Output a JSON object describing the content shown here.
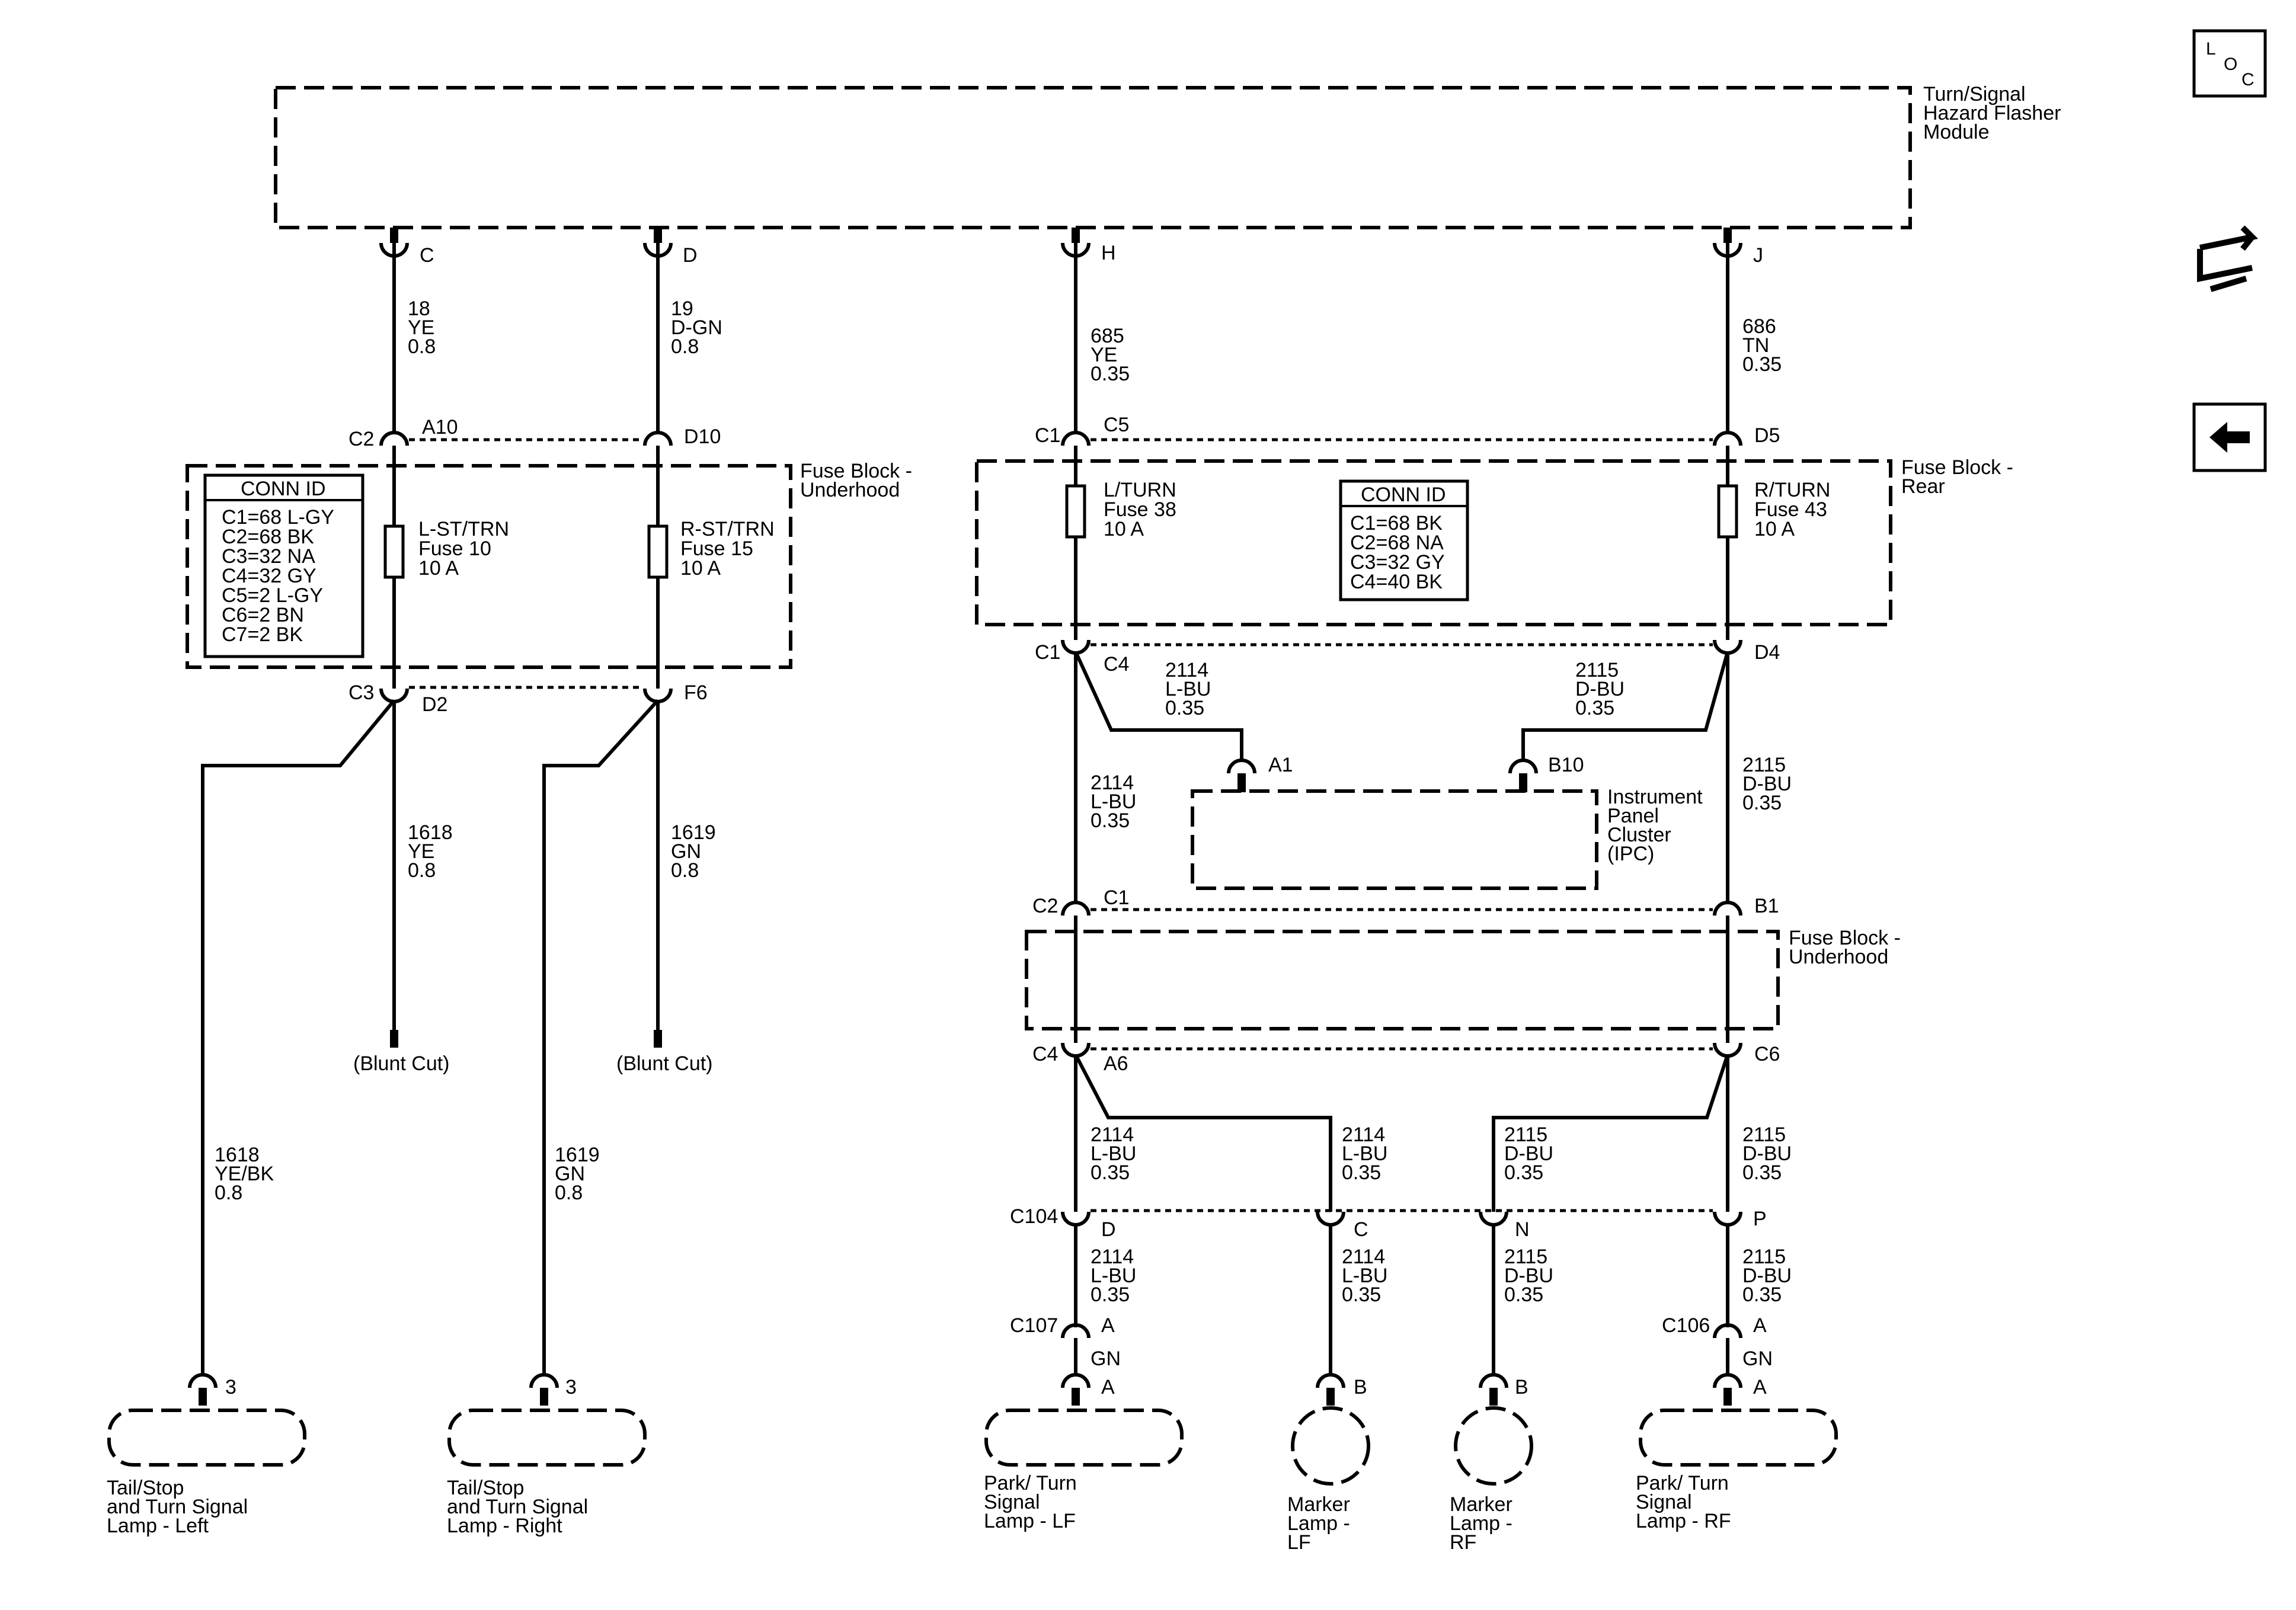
{
  "module": {
    "name": [
      "Turn/Signal",
      "Hazard Flasher",
      "Module"
    ],
    "pins": [
      "C",
      "D",
      "H",
      "J"
    ]
  },
  "nav": {
    "loc_icon": "loc-icon",
    "loc_letters": [
      "L",
      "O",
      "C"
    ],
    "connector_icon": "connector-icon",
    "back_icon": "back-arrow-icon"
  },
  "wires": {
    "w18": [
      "18",
      "YE",
      "0.8"
    ],
    "w19": [
      "19",
      "D-GN",
      "0.8"
    ],
    "w685": [
      "685",
      "YE",
      "0.35"
    ],
    "w686": [
      "686",
      "TN",
      "0.35"
    ],
    "w1618": [
      "1618",
      "YE",
      "0.8"
    ],
    "w1619": [
      "1619",
      "GN",
      "0.8"
    ],
    "w1618bk": [
      "1618",
      "YE/BK",
      "0.8"
    ],
    "w1619gn": [
      "1619",
      "GN",
      "0.8"
    ],
    "w2114": [
      "2114",
      "L-BU",
      "0.35"
    ],
    "w2115": [
      "2115",
      "D-BU",
      "0.35"
    ],
    "gn": "GN"
  },
  "fuse_block_underhood": {
    "title": [
      "Fuse Block -",
      "Underhood"
    ],
    "conn_id_title": "CONN ID",
    "conn_ids": [
      "C1=68 L-GY",
      "C2=68 BK",
      "C3=32 NA",
      "C4=32 GY",
      "C5=2 L-GY",
      "C6=2 BN",
      "C7=2 BK"
    ],
    "fuses": [
      [
        "L-ST/TRN",
        "Fuse 10",
        "10 A"
      ],
      [
        "R-ST/TRN",
        "Fuse 15",
        "10 A"
      ]
    ],
    "top_conn": {
      "left": "C2",
      "pin1": "A10",
      "pin2": "D10"
    },
    "bottom_conn": {
      "left": "C3",
      "pin1": "D2",
      "pin2": "F6"
    }
  },
  "fuse_block_rear": {
    "title": [
      "Fuse Block -",
      "Rear"
    ],
    "conn_id_title": "CONN ID",
    "conn_ids": [
      "C1=68 BK",
      "C2=68 NA",
      "C3=32 GY",
      "C4=40 BK"
    ],
    "fuses": [
      [
        "L/TURN",
        "Fuse 38",
        "10 A"
      ],
      [
        "R/TURN",
        "Fuse 43",
        "10 A"
      ]
    ],
    "top_conn": {
      "left": "C1",
      "pin1": "C5",
      "pin2": "D5"
    },
    "bottom_conn": {
      "left": "C1",
      "pin1": "C4",
      "pin2": "D4"
    }
  },
  "ipc": {
    "name": [
      "Instrument",
      "Panel",
      "Cluster",
      "(IPC)"
    ],
    "pins": [
      "A1",
      "B10",
      "B1"
    ]
  },
  "fuse_block_underhood2": {
    "title": [
      "Fuse Block -",
      "Underhood"
    ],
    "top_conn": {
      "left": "C2",
      "pin1": "C1"
    },
    "bottom_conn": {
      "left": "C4",
      "pin1": "A6",
      "pin2": "C6"
    }
  },
  "blunt_cut": "(Blunt Cut)",
  "c104": {
    "name": "C104",
    "pins": [
      "D",
      "C",
      "N",
      "P"
    ]
  },
  "c107": {
    "name": "C107",
    "pin": "A"
  },
  "c106": {
    "name": "C106",
    "pin": "A"
  },
  "lamps": [
    {
      "pin": "3",
      "label": [
        "Tail/Stop",
        "and Turn Signal",
        "Lamp - Left"
      ]
    },
    {
      "pin": "3",
      "label": [
        "Tail/Stop",
        "and Turn Signal",
        "Lamp - Right"
      ]
    },
    {
      "pin": "A",
      "label": [
        "Park/ Turn",
        "Signal",
        "Lamp - LF"
      ]
    },
    {
      "pin": "B",
      "label": [
        "Marker",
        "Lamp -",
        "LF"
      ]
    },
    {
      "pin": "B",
      "label": [
        "Marker",
        "Lamp -",
        "RF"
      ]
    },
    {
      "pin": "A",
      "label": [
        "Park/ Turn",
        "Signal",
        "Lamp - RF"
      ]
    }
  ]
}
